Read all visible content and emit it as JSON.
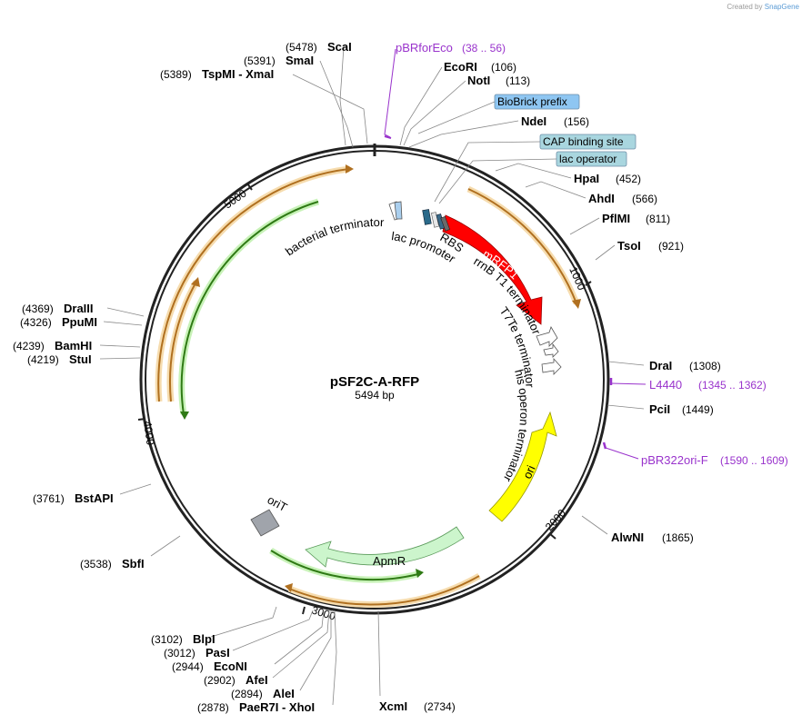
{
  "credit": {
    "created_by": "Created by",
    "brand": "SnapGene"
  },
  "plasmid": {
    "name": "pSF2C-A-RFP",
    "size_label": "5494 bp",
    "length": 5494
  },
  "ticks": [
    {
      "label": "1000",
      "pos": 1000
    },
    {
      "label": "2000",
      "pos": 2000
    },
    {
      "label": "3000",
      "pos": 3000
    },
    {
      "label": "4000",
      "pos": 4000
    },
    {
      "label": "5000",
      "pos": 5000
    }
  ],
  "sites": [
    {
      "name": "ScaI",
      "pos": "(5478)",
      "side": "left"
    },
    {
      "name": "SmaI",
      "pos": "(5391)",
      "side": "left"
    },
    {
      "name": "TspMI  - XmaI",
      "pos": "(5389)",
      "side": "left"
    },
    {
      "name": "EcoRI",
      "pos": "(106)",
      "side": "right"
    },
    {
      "name": "NotI",
      "pos": "(113)",
      "side": "right"
    },
    {
      "name": "NdeI",
      "pos": "(156)",
      "side": "right"
    },
    {
      "name": "HpaI",
      "pos": "(452)",
      "side": "right"
    },
    {
      "name": "AhdI",
      "pos": "(566)",
      "side": "right"
    },
    {
      "name": "PflMI",
      "pos": "(811)",
      "side": "right"
    },
    {
      "name": "TsoI",
      "pos": "(921)",
      "side": "right"
    },
    {
      "name": "DraI",
      "pos": "(1308)",
      "side": "right"
    },
    {
      "name": "PciI",
      "pos": "(1449)",
      "side": "right"
    },
    {
      "name": "AlwNI",
      "pos": "(1865)",
      "side": "right"
    },
    {
      "name": "XcmI",
      "pos": "(2734)",
      "side": "right"
    },
    {
      "name": "DraIII",
      "pos": "(4369)",
      "side": "left"
    },
    {
      "name": "PpuMI",
      "pos": "(4326)",
      "side": "left"
    },
    {
      "name": "BamHI",
      "pos": "(4239)",
      "side": "left"
    },
    {
      "name": "StuI",
      "pos": "(4219)",
      "side": "left"
    },
    {
      "name": "BstAPI",
      "pos": "(3761)",
      "side": "left"
    },
    {
      "name": "SbfI",
      "pos": "(3538)",
      "side": "left"
    },
    {
      "name": "BlpI",
      "pos": "(3102)",
      "side": "left"
    },
    {
      "name": "PasI",
      "pos": "(3012)",
      "side": "left"
    },
    {
      "name": "EcoNI",
      "pos": "(2944)",
      "side": "left"
    },
    {
      "name": "AfeI",
      "pos": "(2902)",
      "side": "left"
    },
    {
      "name": "AleI",
      "pos": "(2894)",
      "side": "left"
    },
    {
      "name": "PaeR7I  - XhoI",
      "pos": "(2878)",
      "side": "left"
    }
  ],
  "primers": [
    {
      "name": "pBRforEco",
      "range": "(38 .. 56)"
    },
    {
      "name": "L4440",
      "range": "(1345 .. 1362)"
    },
    {
      "name": "pBR322ori-F",
      "range": "(1590 .. 1609)"
    }
  ],
  "badges": [
    {
      "label": "BioBrick prefix",
      "color": "#8ec6f2"
    },
    {
      "label": "CAP binding site",
      "color": "#a9d6df"
    },
    {
      "label": "lac operator",
      "color": "#a9d6df"
    }
  ],
  "features": [
    {
      "label": "mRFP1",
      "color": "#ff0000"
    },
    {
      "label": "ori",
      "color": "#ffff00"
    },
    {
      "label": "ApmR",
      "color": "#ccf5cc"
    },
    {
      "label": "oriT",
      "color": "#a0a4ab"
    },
    {
      "label": "bacterial terminator"
    },
    {
      "label": "lac promoter"
    },
    {
      "label": "RBS"
    },
    {
      "label": "rrnB T1 terminator"
    },
    {
      "label": "T7Te terminator"
    },
    {
      "label": "his operon terminator"
    }
  ],
  "colors": {
    "orf_orange": "#e8a040",
    "orf_green": "#3aa020",
    "primer": "#9933cc",
    "backbone": "#222222"
  }
}
